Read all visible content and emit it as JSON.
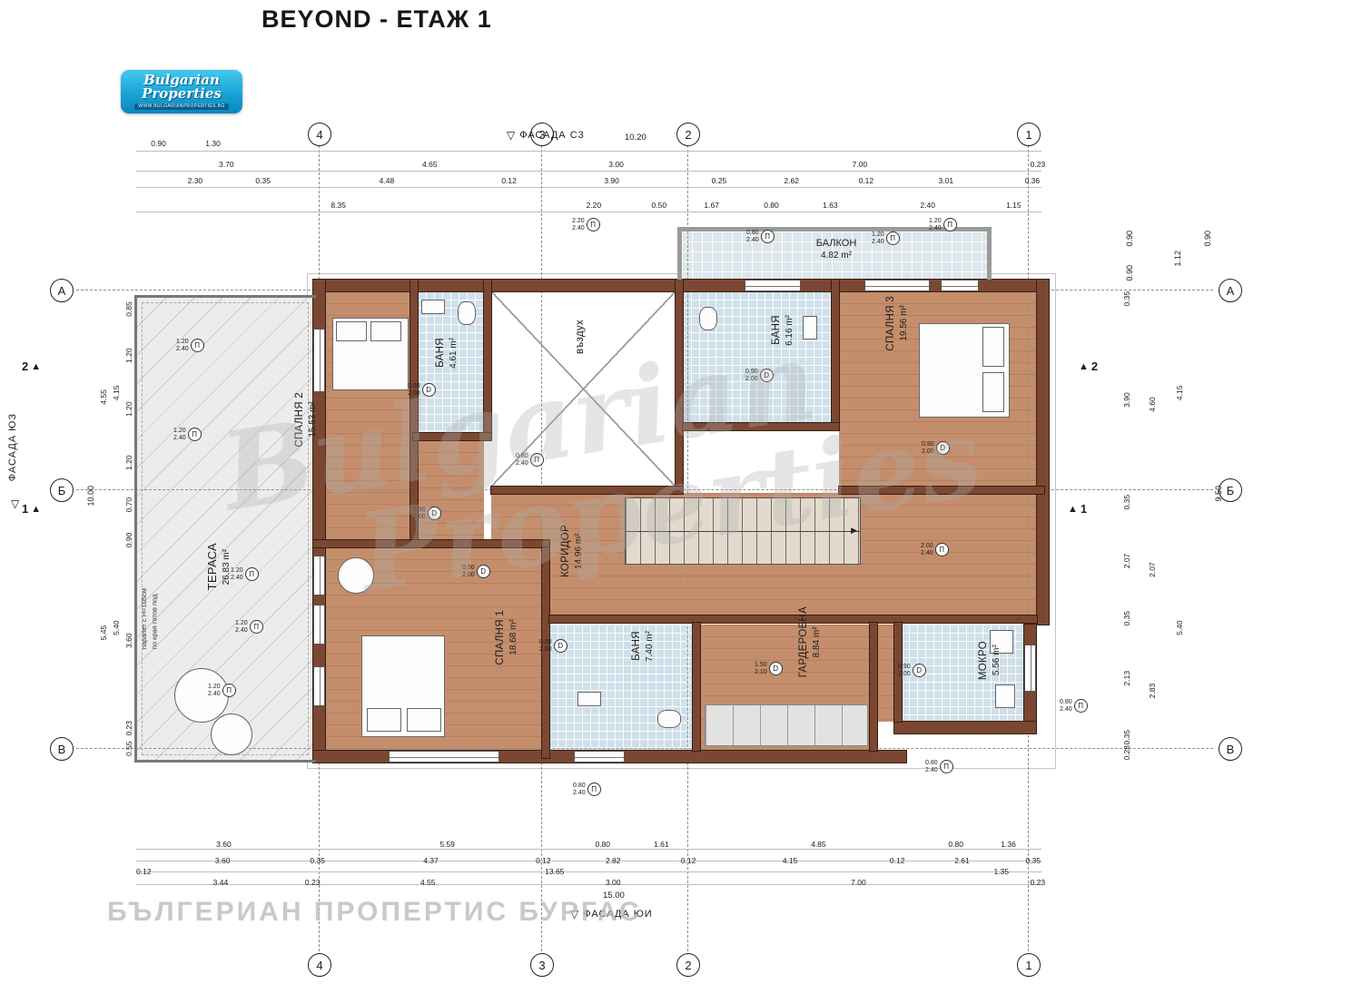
{
  "title": "BEYOND - ЕТАЖ 1",
  "logo": {
    "name1": "Bulgarian",
    "name2": "Properties",
    "url": "WWW.BULGARIANPROPERTIES.BG"
  },
  "watermark": {
    "script1": "Bulgarian",
    "script2": "Properties",
    "bottom": "БЪЛГЕРИАН ПРОПЕРТИС БУРГАС"
  },
  "facades": {
    "top": "ФАСАДА С3",
    "left": "ФАСАДА ЮЗ",
    "bottom": "ФАСАДА ЮИ"
  },
  "axes": {
    "cols": [
      "4",
      "3",
      "2",
      "1"
    ],
    "rows": [
      "А",
      "Б",
      "В"
    ],
    "sections": [
      "2",
      "1"
    ]
  },
  "overall": {
    "top_width": "10.20",
    "bottom_width": "15.00",
    "left_height": "10.00",
    "right_height": "9.50",
    "right_top": [
      "0.90",
      "0.90",
      "1.12",
      "0.90"
    ]
  },
  "rooms": {
    "terrace": {
      "name": "ТЕРАСА",
      "area": "26.83 m²"
    },
    "bedroom2": {
      "name": "СПАЛНЯ 2",
      "area": "15.53 m²"
    },
    "bath1": {
      "name": "БАНЯ",
      "area": "4.61 m²"
    },
    "void": {
      "name": "въздух",
      "area": ""
    },
    "bath2": {
      "name": "БАНЯ",
      "area": "6.16 m²"
    },
    "balcony": {
      "name": "БАЛКОН",
      "area": "4.82 m²"
    },
    "bedroom3": {
      "name": "СПАЛНЯ 3",
      "area": "19.56 m²"
    },
    "corridor": {
      "name": "КОРИДОР",
      "area": "14.96 m²"
    },
    "bedroom1": {
      "name": "СПАЛНЯ 1",
      "area": "18.68 m²"
    },
    "bath3": {
      "name": "БАНЯ",
      "area": "7.40 m²"
    },
    "wardrobe": {
      "name": "ГАРДЕРОБНА",
      "area": "8.84 m²"
    },
    "wet": {
      "name": "МОКРО",
      "area": "5.56 m²"
    }
  },
  "terrace_note1": "парапет с H=105см",
  "terrace_note2": "по края готов под",
  "chains": {
    "t1": [
      "0.90",
      "1.30"
    ],
    "t2": [
      "3.70",
      "4.65",
      "3.00",
      "7.00",
      "0.23"
    ],
    "t3": [
      "2.30",
      "0.35",
      "4.48",
      "0.12",
      "3.90",
      "0.25",
      "2.62",
      "0.12",
      "3.01",
      "0.36"
    ],
    "t4": [
      "8.35",
      "2.20",
      "0.50",
      "1.67",
      "0.80",
      "1.63",
      "2.40",
      "1.15"
    ],
    "b1": [
      "3.60",
      "5.59",
      "0.80",
      "1.61",
      "4.85",
      "0.80",
      "1.36"
    ],
    "b2": [
      "3.60",
      "0.35",
      "4.37",
      "0.12",
      "2.82",
      "0.12",
      "4.15",
      "0.12",
      "2.61",
      "0.35"
    ],
    "b3": [
      "0.12",
      "13.65",
      "1.35"
    ],
    "b4": [
      "3.44",
      "0.23",
      "4.55",
      "3.00",
      "7.00",
      "0.23"
    ],
    "l_a": [
      "4.55",
      "5.45"
    ],
    "l_b": [
      "4.15",
      "5.40"
    ],
    "l_c": [
      "0.85",
      "1.20",
      "1.20",
      "1.20",
      "0.70",
      "0.90",
      "3.60",
      "0.23",
      "0.55"
    ],
    "r_a": [
      "0.35",
      "3.90",
      "0.35",
      "2.07",
      "0.35",
      "2.13",
      "0.35",
      "0.28"
    ],
    "r_b": [
      "4.60",
      "2.07",
      "2.83"
    ],
    "r_c": [
      "4.15",
      "5.40"
    ]
  },
  "markers": [
    {
      "tag": "П",
      "w": "2.20",
      "h": "2.40"
    },
    {
      "tag": "П",
      "w": "0.80",
      "h": "2.40"
    },
    {
      "tag": "П",
      "w": "1.20",
      "h": "2.40"
    },
    {
      "tag": "П",
      "w": "1.20",
      "h": "2.40"
    },
    {
      "tag": "П",
      "w": "1.20",
      "h": "2.40"
    },
    {
      "tag": "П",
      "w": "1.20",
      "h": "2.40"
    },
    {
      "tag": "П",
      "w": "1.20",
      "h": "2.40"
    },
    {
      "tag": "П",
      "w": "1.20",
      "h": "2.40"
    },
    {
      "tag": "П",
      "w": "1.20",
      "h": "2.40"
    },
    {
      "tag": "П",
      "w": "0.80",
      "h": "2.40"
    },
    {
      "tag": "П",
      "w": "2.00",
      "h": "2.40"
    },
    {
      "tag": "П",
      "w": "0.80",
      "h": "2.40"
    },
    {
      "tag": "П",
      "w": "0.80",
      "h": "2.40"
    },
    {
      "tag": "П",
      "w": "0.80",
      "h": "2.40"
    },
    {
      "tag": "D",
      "w": "0.80",
      "h": "2.00"
    },
    {
      "tag": "D",
      "w": "0.90",
      "h": "2.00"
    },
    {
      "tag": "D",
      "w": "0.90",
      "h": "2.00"
    },
    {
      "tag": "D",
      "w": "0.90",
      "h": "2.00"
    },
    {
      "tag": "D",
      "w": "0.90",
      "h": "2.00"
    },
    {
      "tag": "D",
      "w": "0.80",
      "h": "2.00"
    },
    {
      "tag": "D",
      "w": "1.50",
      "h": "2.10"
    },
    {
      "tag": "D",
      "w": "0.90",
      "h": "2.00"
    }
  ]
}
